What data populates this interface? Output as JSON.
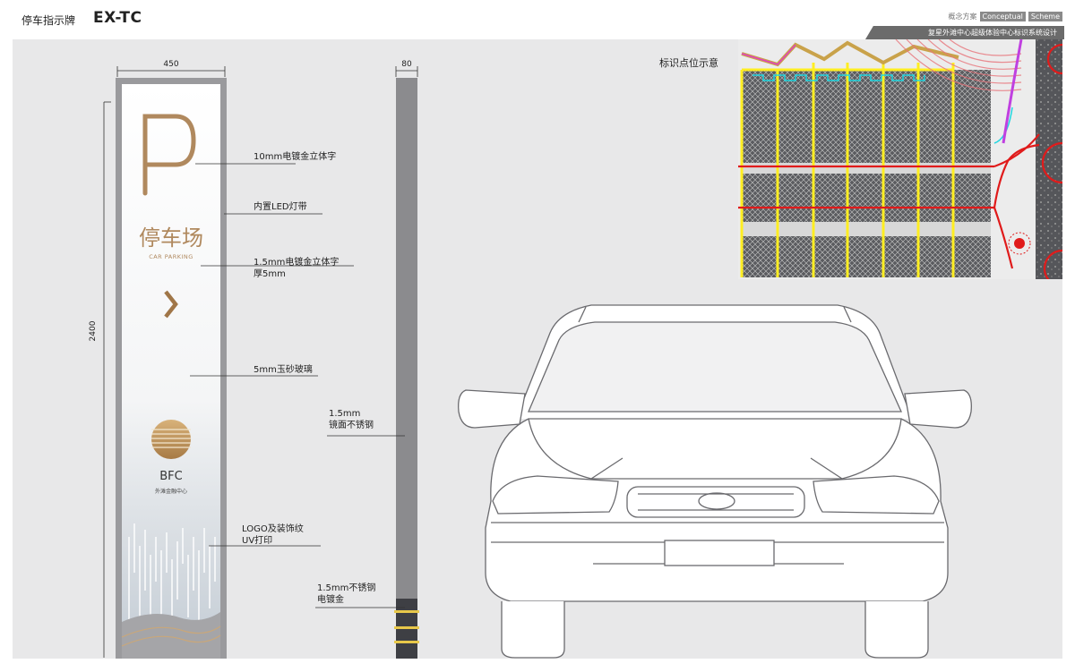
{
  "header": {
    "title": "停车指示牌",
    "code": "EX-TC",
    "scheme_cn": "概念方案",
    "scheme_en_1": "Conceptual",
    "scheme_en_2": "Scheme",
    "project": "复星外滩中心超级体验中心标识系统设计"
  },
  "dimensions": {
    "width": "450",
    "height": "2400",
    "depth": "80"
  },
  "sign": {
    "title_cn": "停车场",
    "title_en": "CAR PARKING",
    "logo_text": "BFC",
    "logo_sub": "外滩金融中心"
  },
  "annotations": {
    "a1": "10mm电镀金立体字",
    "a2": "内置LED灯带",
    "a3_1": "1.5mm电镀金立体字",
    "a3_2": "厚5mm",
    "a4": "5mm玉砂玻璃",
    "a5_1": "LOGO及装饰纹",
    "a5_2": "UV打印",
    "side1_1": "1.5mm",
    "side1_2": "镜面不锈钢",
    "side2_1": "1.5mm不锈钢",
    "side2_2": "电镀金"
  },
  "map": {
    "label": "标识点位示意"
  },
  "colors": {
    "gold": "#b0895e",
    "frame": "#9a9a9d",
    "post": "#8b8b8e",
    "accent_red": "#e01b1b",
    "map_yellow": "#ffee22"
  }
}
